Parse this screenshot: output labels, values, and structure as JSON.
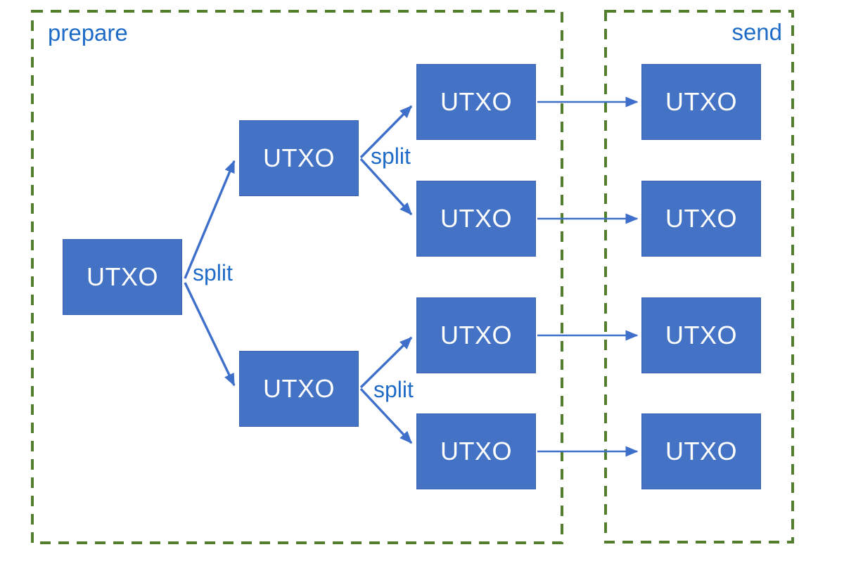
{
  "diagram": {
    "kind": "utxo-split-flow",
    "prepare_region": {
      "label": "prepare",
      "root_node": {
        "label": "UTXO"
      },
      "root_split_label": "split",
      "level2_nodes": [
        {
          "label": "UTXO"
        },
        {
          "label": "UTXO"
        }
      ],
      "level2_split_labels": [
        "split",
        "split"
      ],
      "level3_nodes": [
        {
          "label": "UTXO"
        },
        {
          "label": "UTXO"
        },
        {
          "label": "UTXO"
        },
        {
          "label": "UTXO"
        }
      ]
    },
    "send_region": {
      "label": "send",
      "output_nodes": [
        {
          "label": "UTXO"
        },
        {
          "label": "UTXO"
        },
        {
          "label": "UTXO"
        },
        {
          "label": "UTXO"
        }
      ]
    },
    "colors": {
      "node_fill": "#4472C4",
      "node_text": "#FFFFFF",
      "arrow": "#3E6FCB",
      "label_text": "#1E6BC8",
      "region_border": "#527E2D"
    }
  }
}
